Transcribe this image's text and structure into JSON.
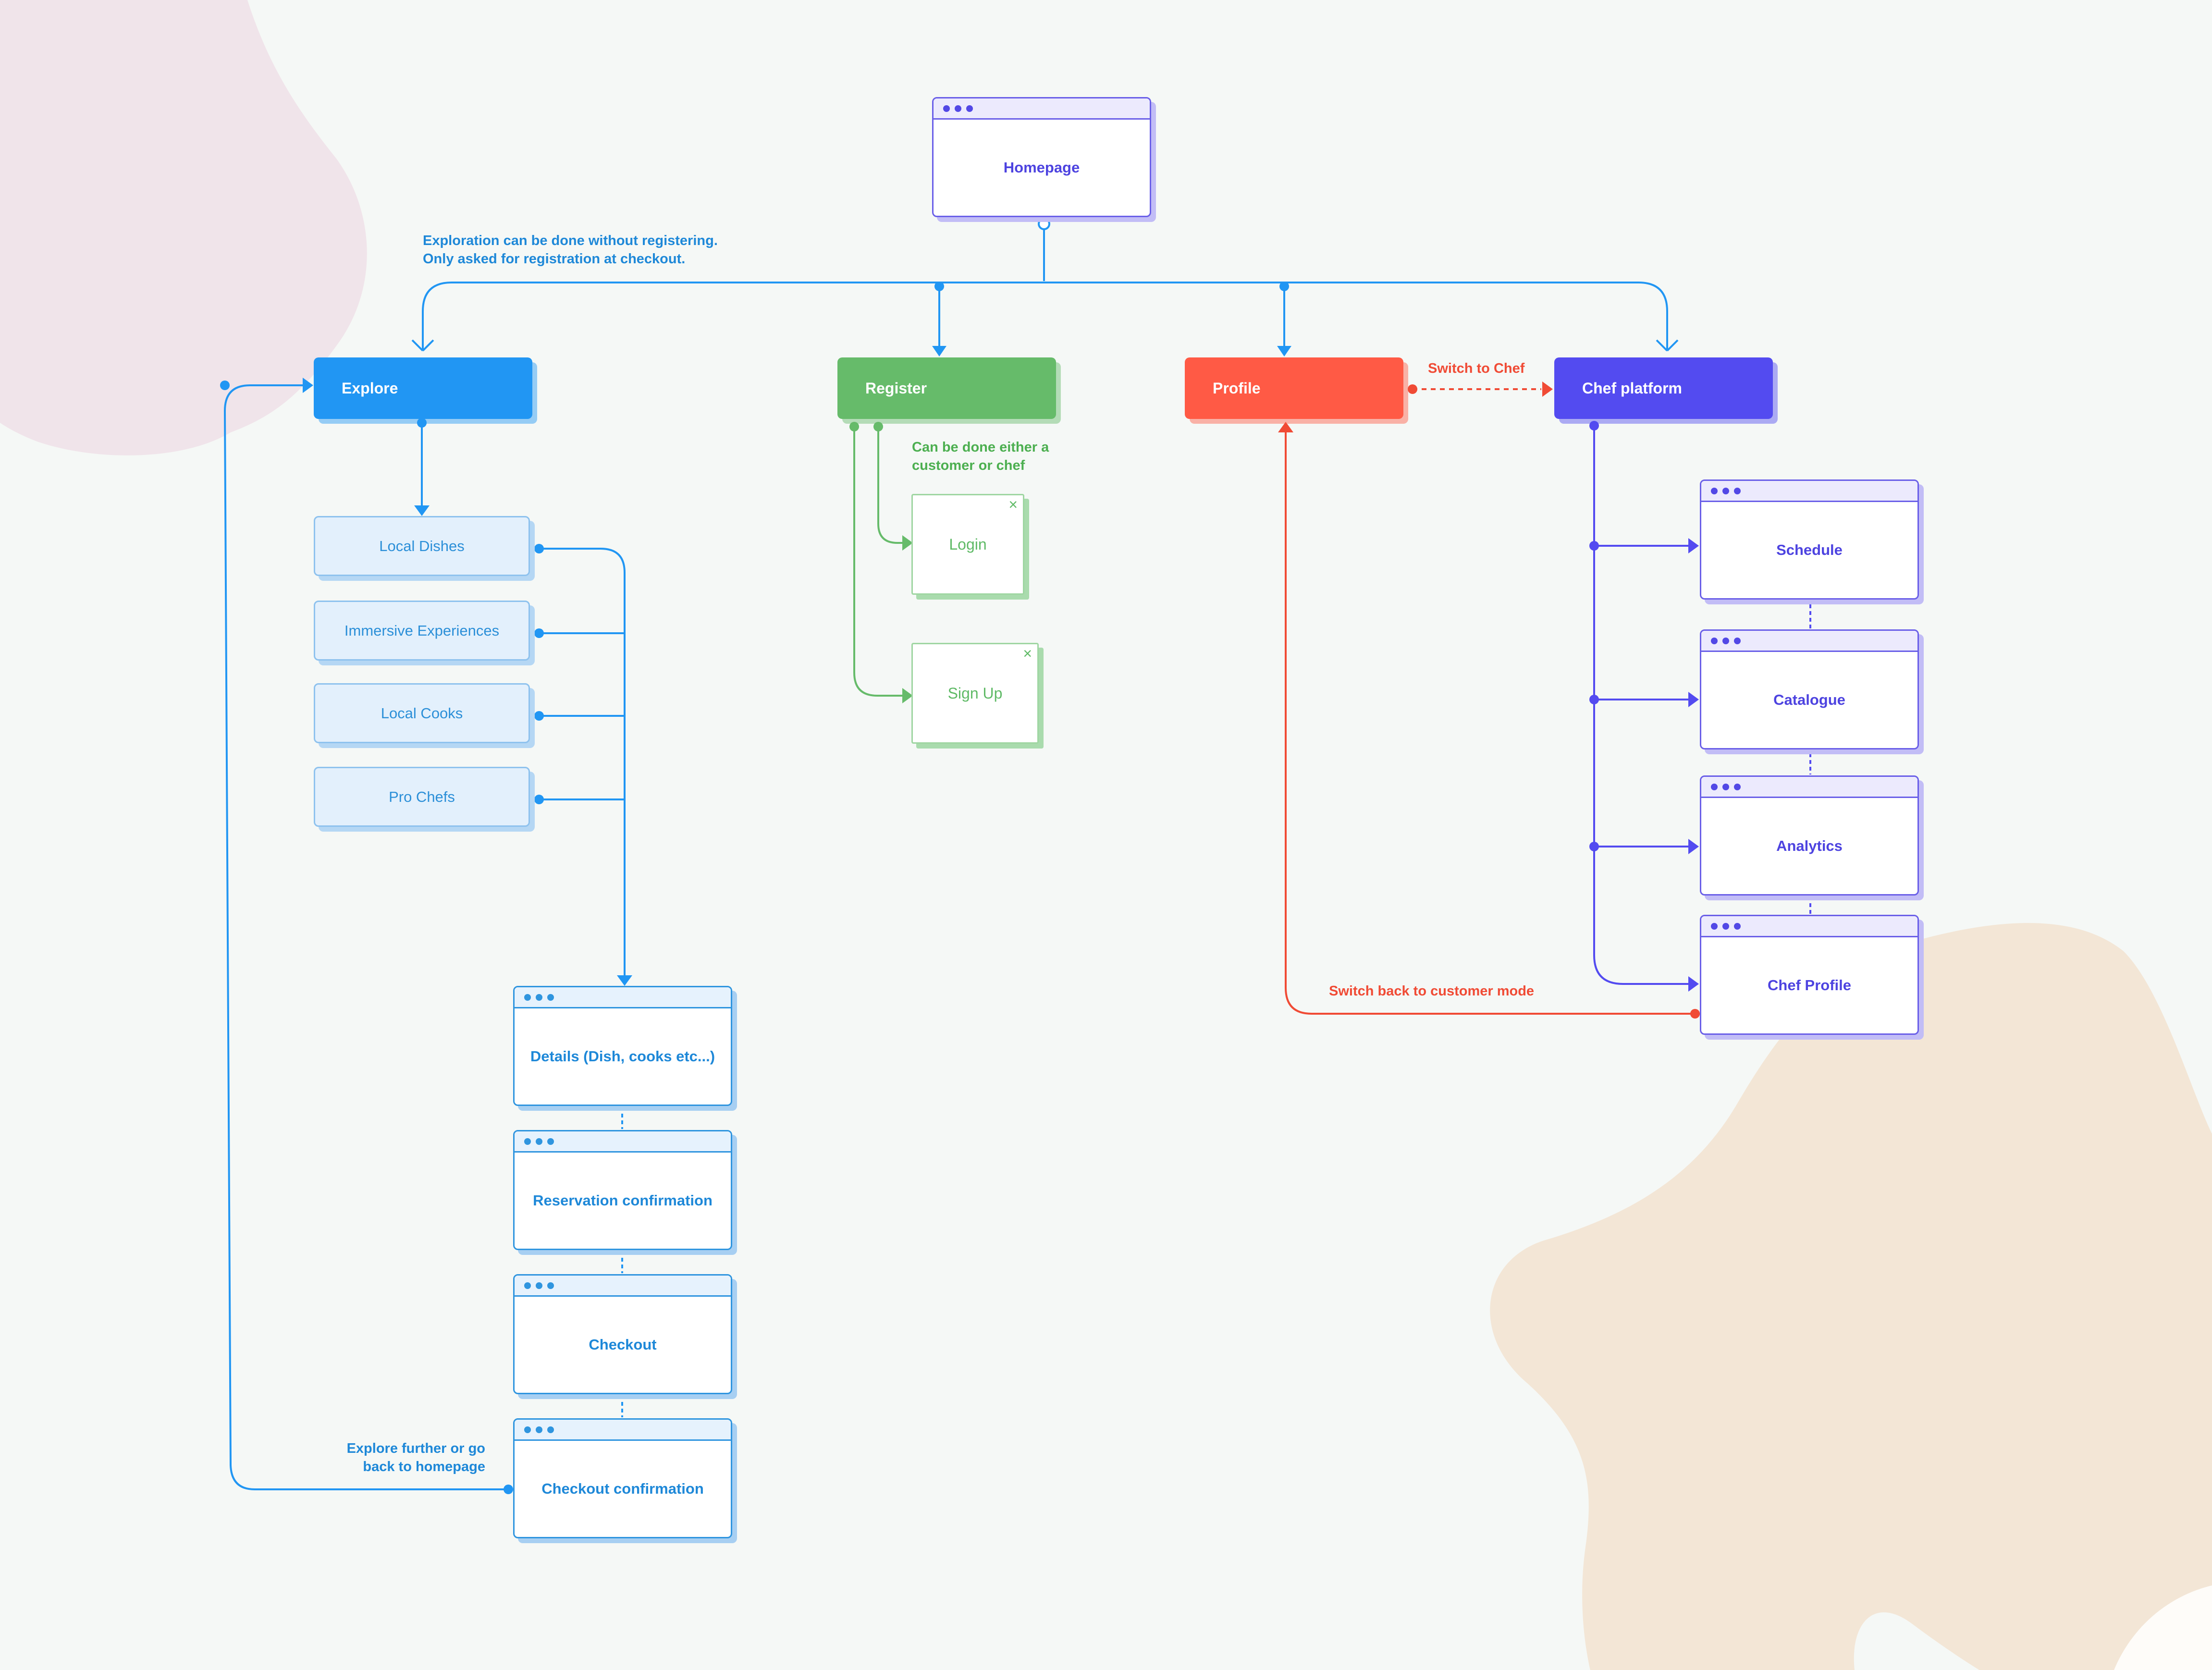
{
  "colors": {
    "background": "#f5f8f6",
    "blob_pink": "#f0e4ea",
    "blob_peach": "#f3e6d6",
    "explore_blue": "#2196f3",
    "register_green": "#66bb6a",
    "profile_red": "#ff5a45",
    "chef_purple": "#534bf0"
  },
  "homepage": {
    "title": "Homepage"
  },
  "headers": {
    "explore": "Explore",
    "register": "Register",
    "profile": "Profile",
    "chef_platform": "Chef platform"
  },
  "explore": {
    "items": [
      "Local Dishes",
      "Immersive Experiences",
      "Local Cooks",
      "Pro Chefs"
    ],
    "pages": [
      "Details (Dish, cooks etc...)",
      "Reservation confirmation",
      "Checkout",
      "Checkout confirmation"
    ]
  },
  "register": {
    "modals": [
      "Login",
      "Sign Up"
    ],
    "close_icon": "×"
  },
  "chef": {
    "pages": [
      "Schedule",
      "Catalogue",
      "Analytics",
      "Chef Profile"
    ]
  },
  "notes": {
    "exploration": [
      "Exploration can be done without registering.",
      "Only asked for registration at checkout."
    ],
    "register_either": [
      "Can be done either a",
      "customer or chef"
    ],
    "switch_to_chef": "Switch to Chef",
    "switch_back": "Switch back to customer mode",
    "explore_further": [
      "Explore further or go",
      "back to homepage"
    ]
  }
}
